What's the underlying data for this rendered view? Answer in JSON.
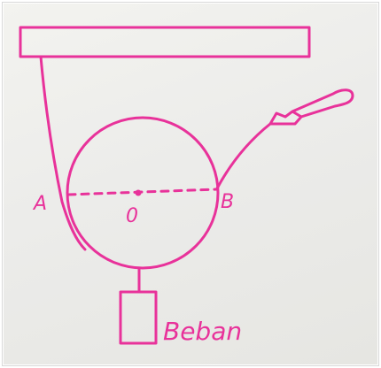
{
  "diagram": {
    "ink_color": "#e8329a",
    "paper_color": "#eeeeea",
    "labels": {
      "point_a": "A",
      "point_b": "B",
      "center": "0",
      "load": "Beban"
    }
  }
}
